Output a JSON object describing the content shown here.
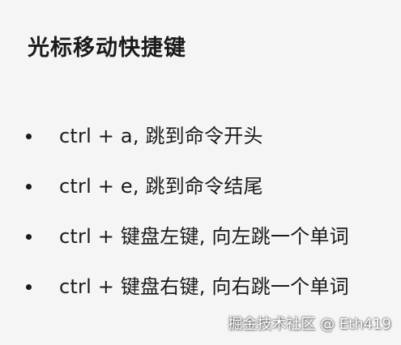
{
  "slide": {
    "title": "光标移动快捷键",
    "bullets": [
      "ctrl + a, 跳到命令开头",
      "ctrl + e, 跳到命令结尾",
      "ctrl + 键盘左键, 向左跳一个单词",
      "ctrl + 键盘右键, 向右跳一个单词"
    ]
  },
  "watermark": "掘金技术社区 @ Eth419",
  "colors": {
    "background": "#f5f5f5",
    "text": "#1b1b1b",
    "watermark": "#ffffff"
  }
}
